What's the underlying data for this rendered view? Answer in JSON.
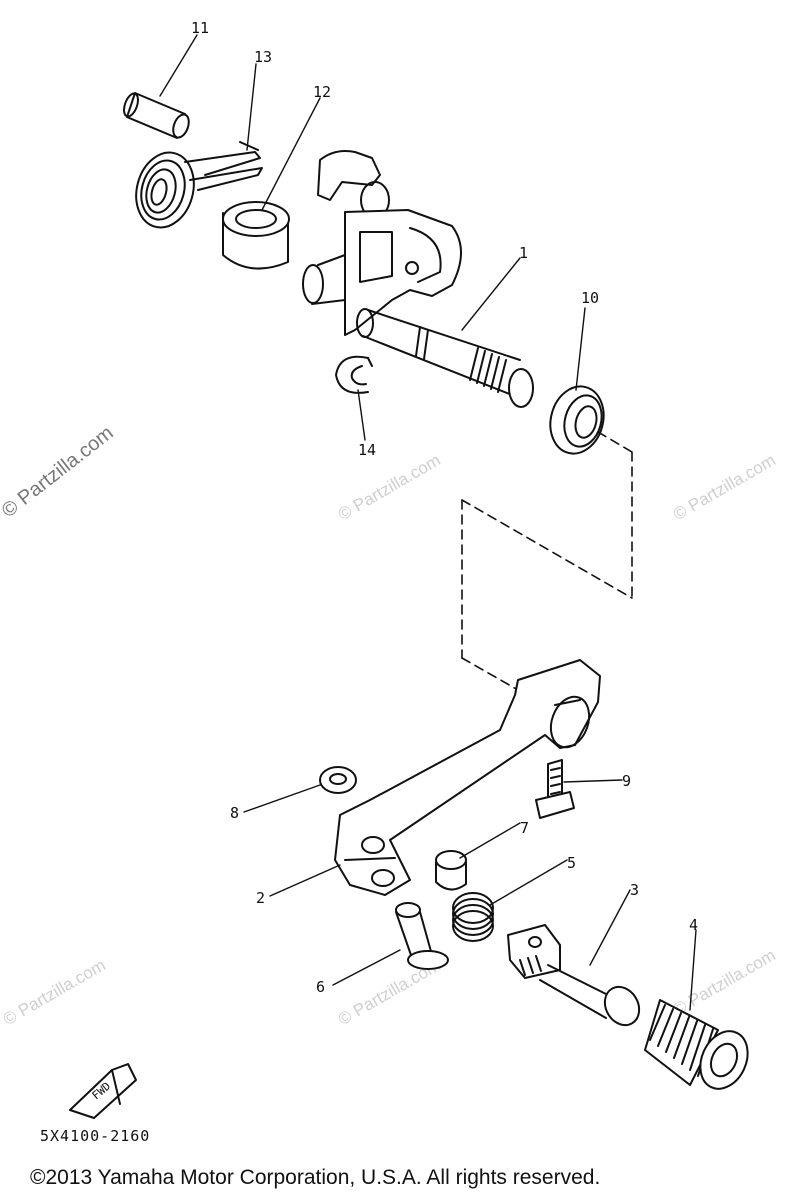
{
  "callouts": {
    "c1": "1",
    "c2": "2",
    "c3": "3",
    "c4": "4",
    "c5": "5",
    "c6": "6",
    "c7": "7",
    "c8": "8",
    "c9": "9",
    "c10": "10",
    "c11": "11",
    "c12": "12",
    "c13": "13",
    "c14": "14"
  },
  "fwd_label": "FWD",
  "diagram_code": "5X4100-2160",
  "copyright": "©2013 Yamaha Motor Corporation, U.S.A. All rights reserved.",
  "watermarks": {
    "main": "© Partzilla.com",
    "faint": "© Partzilla.com"
  }
}
